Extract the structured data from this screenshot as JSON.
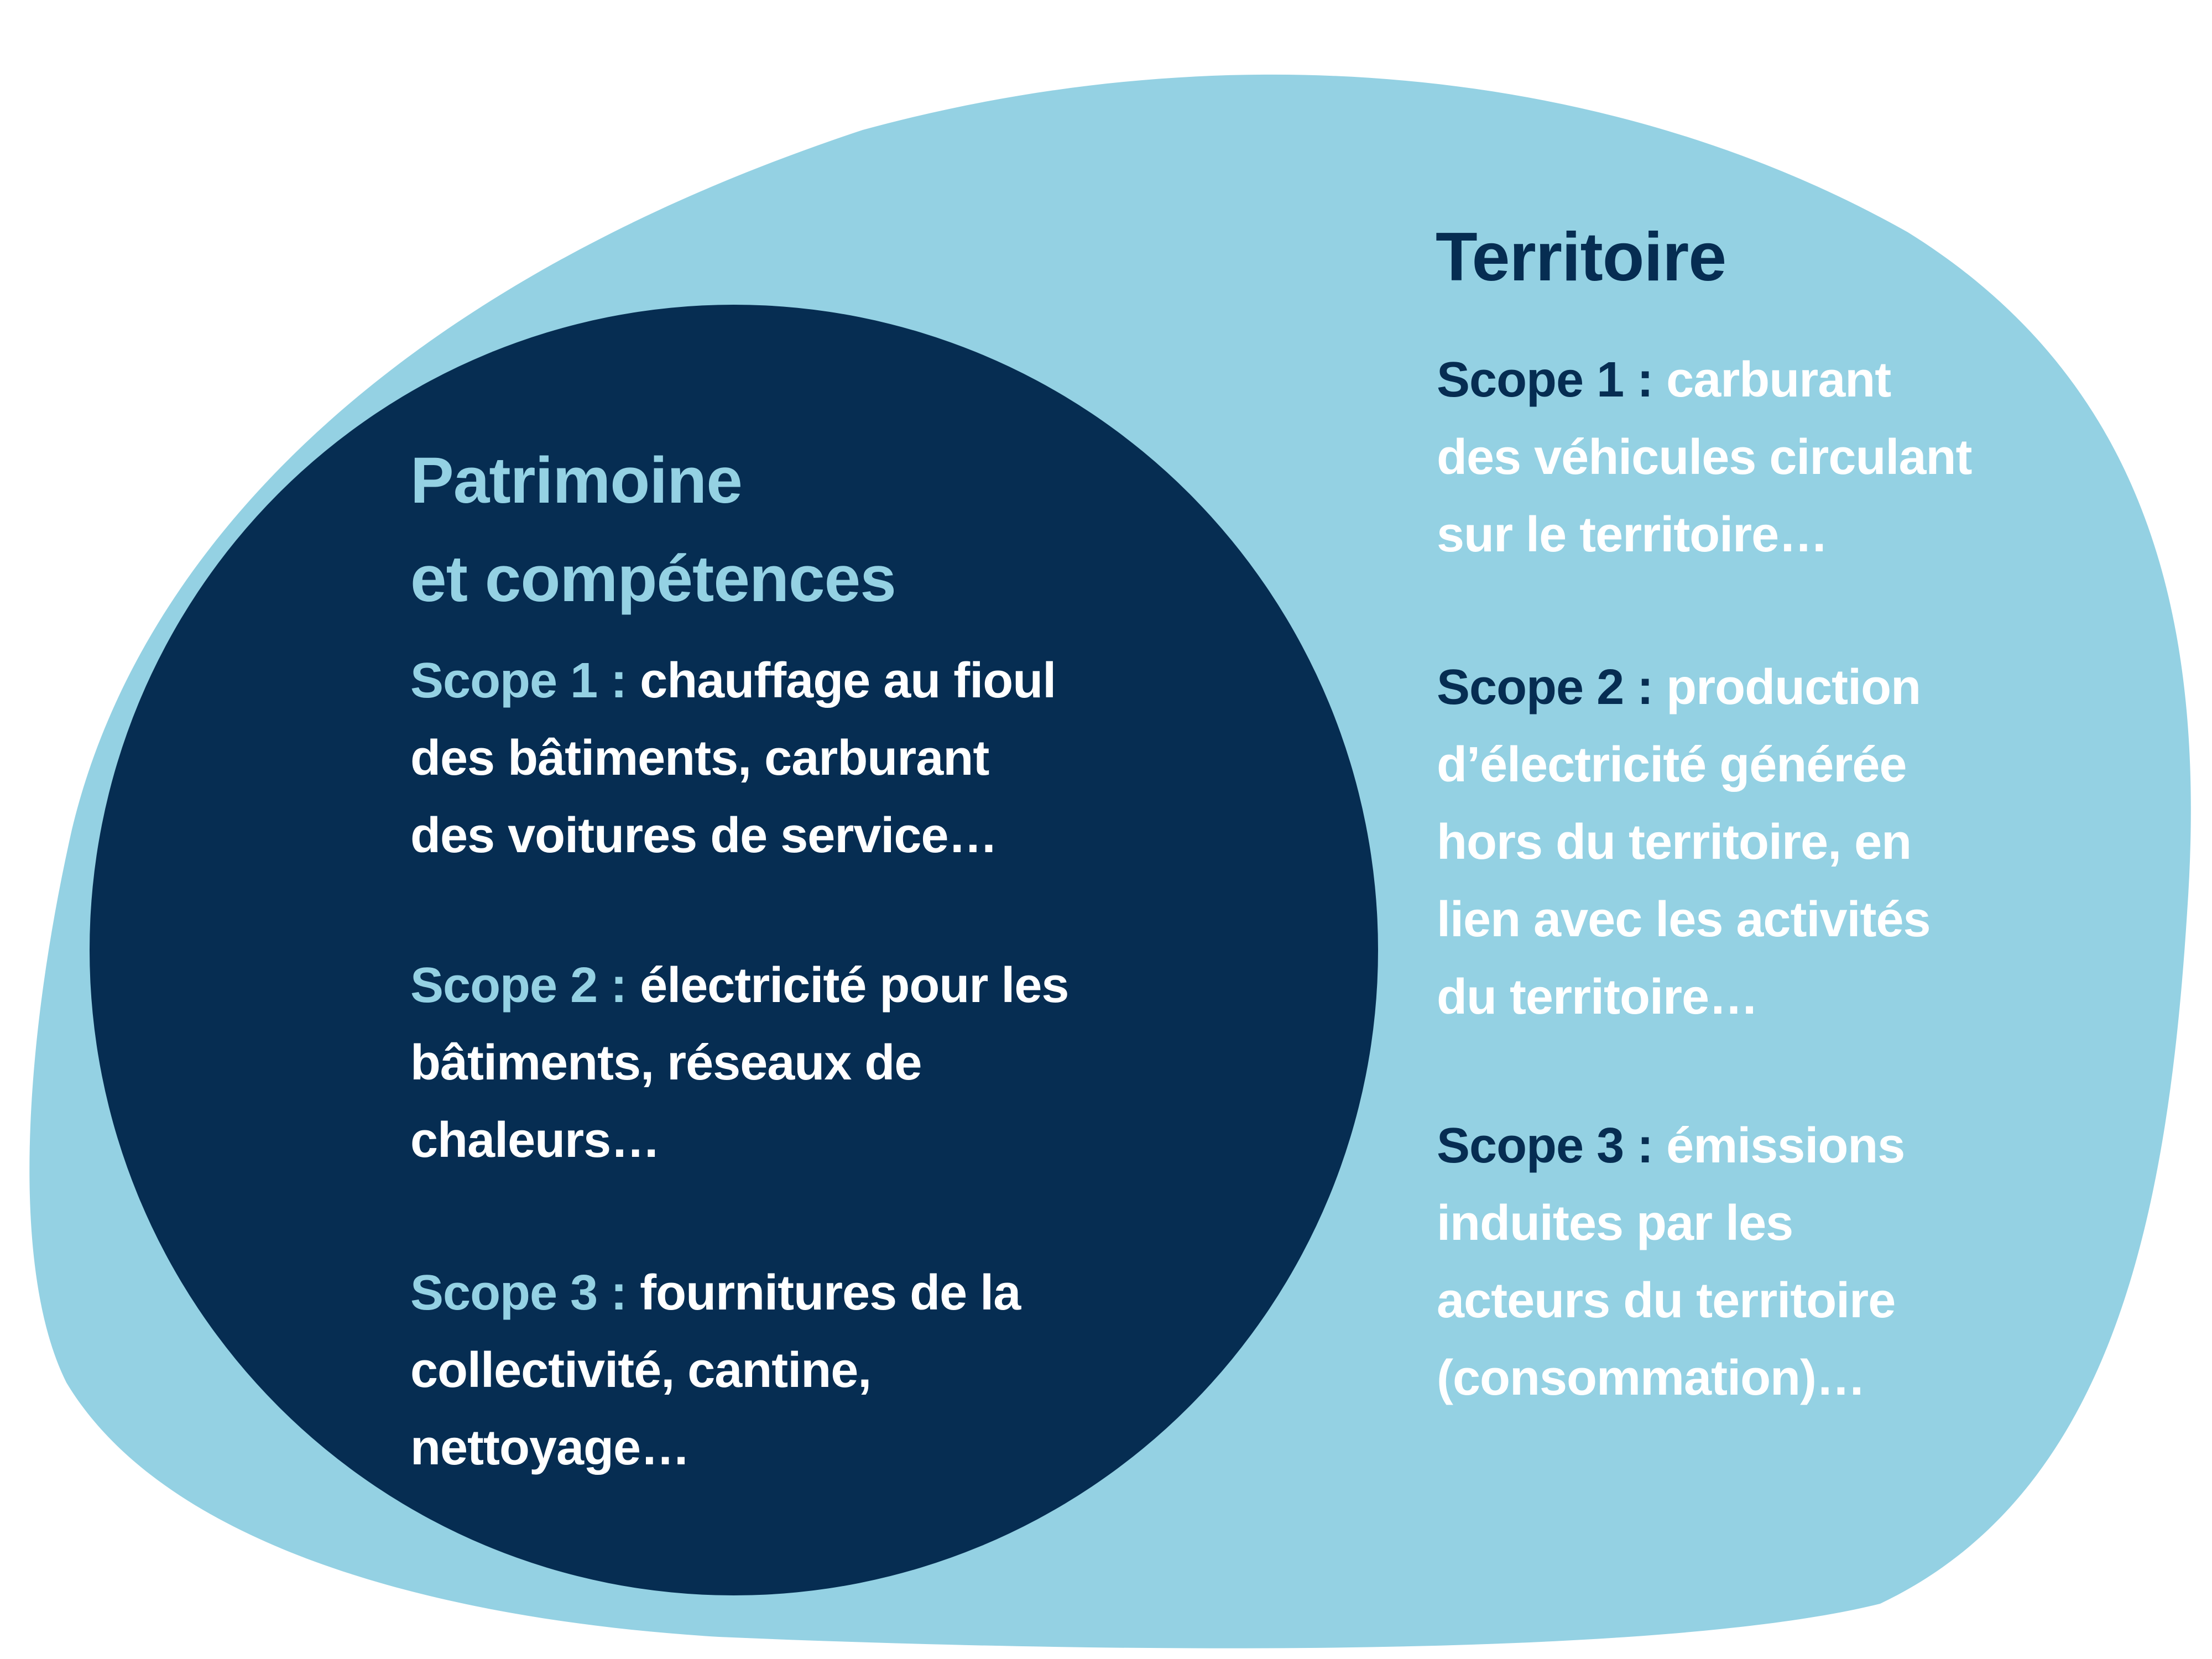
{
  "colors": {
    "outer_blob": "#94D1E3",
    "inner_circle": "#062D52",
    "background": "#FFFFFF",
    "text_white": "#FFFFFF"
  },
  "territoire": {
    "title": "Territoire",
    "scopes": [
      {
        "label": "Scope 1 :",
        "lines": [
          "carburant",
          "des véhicules circulant",
          "sur le territoire…"
        ]
      },
      {
        "label": "Scope 2 :",
        "lines": [
          "production",
          "d’électricité générée",
          "hors du territoire, en",
          "lien avec les activités",
          "du territoire…"
        ]
      },
      {
        "label": "Scope 3 :",
        "lines": [
          "émissions",
          "induites par les",
          "acteurs du territoire",
          "(consommation)…"
        ]
      }
    ]
  },
  "patrimoine": {
    "title_lines": [
      "Patrimoine",
      "et compétences"
    ],
    "scopes": [
      {
        "label": "Scope 1 :",
        "lines": [
          "chauffage au fioul",
          "des bâtiments, carburant",
          "des voitures de service…"
        ]
      },
      {
        "label": "Scope 2 :",
        "lines": [
          "électricité pour les",
          "bâtiments, réseaux de",
          "chaleurs…"
        ]
      },
      {
        "label": "Scope 3 :",
        "lines": [
          "fournitures de la",
          "collectivité, cantine,",
          "nettoyage…"
        ]
      }
    ]
  }
}
